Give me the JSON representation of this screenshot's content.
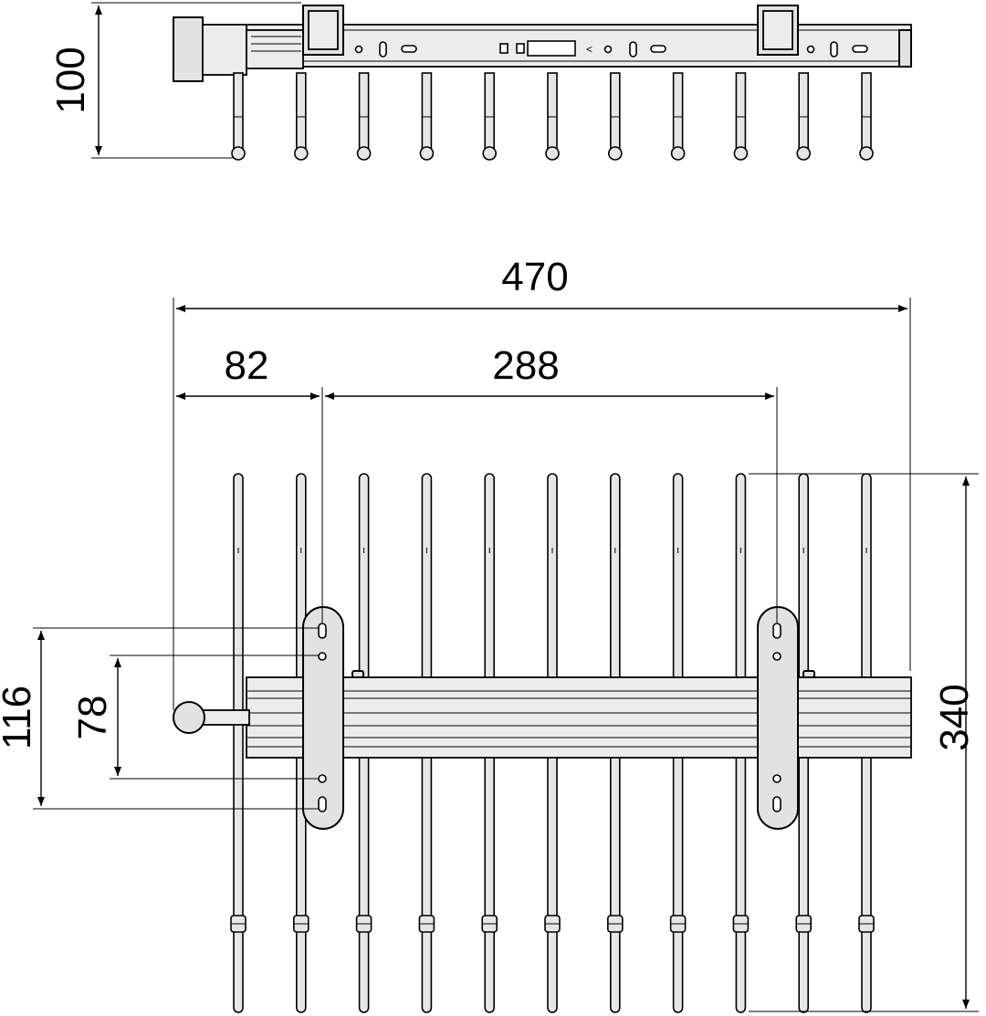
{
  "diagram": {
    "side_view": {
      "height_label": "100"
    },
    "top_view": {
      "overall_width_label": "470",
      "offset_label": "82",
      "bracket_spacing_label": "288",
      "outer_hole_spacing_label": "116",
      "inner_hole_spacing_label": "78",
      "depth_label": "340"
    },
    "hanger_count": 11
  }
}
